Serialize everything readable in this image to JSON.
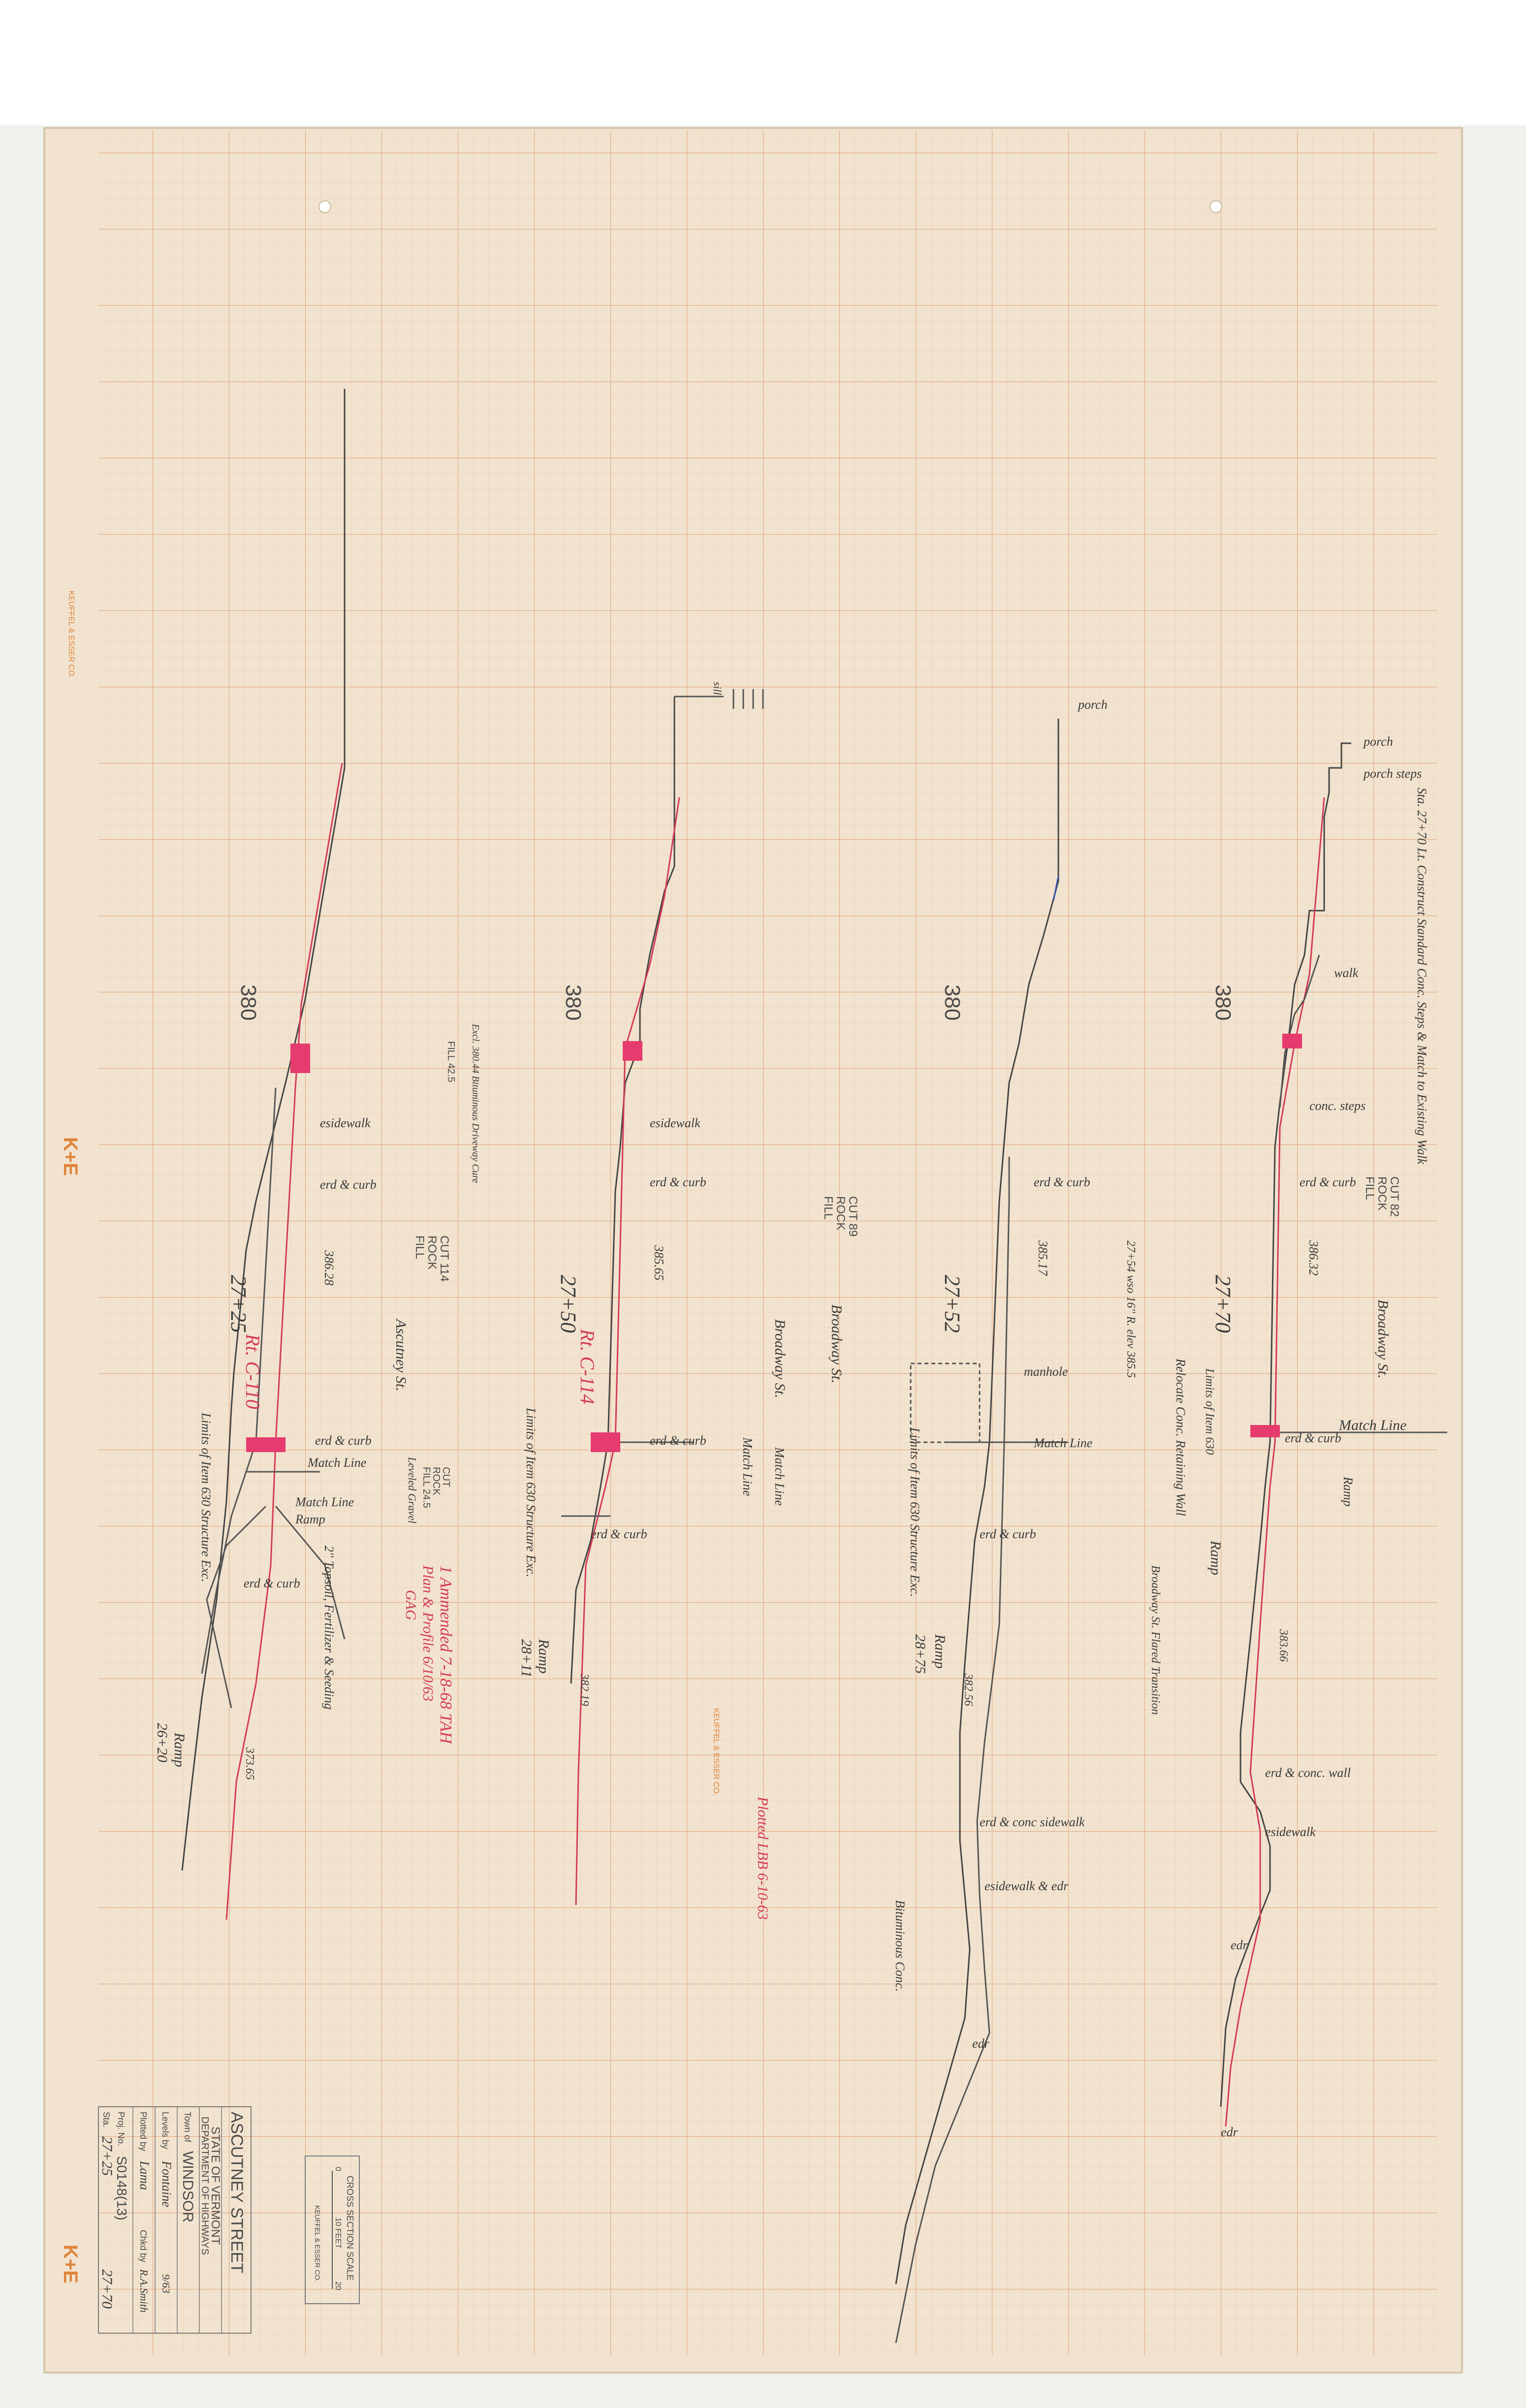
{
  "sheet": {
    "colors": {
      "paper": "#f1e3cf",
      "grid": "#e9b089",
      "ink": "#3a3a3a",
      "red_ink": "#d43a57",
      "blue_ink": "#3b58a8"
    }
  },
  "title_block": {
    "scale_heading": "CROSS SECTION SCALE",
    "scale_ticks": [
      "0",
      "10 FEET",
      "20"
    ],
    "scale_vendor": "KEUFFEL & ESSER CO.",
    "street": "ASCUTNEY STREET",
    "state": "STATE OF VERMONT",
    "department": "DEPARTMENT OF HIGHWAYS",
    "town_label": "Town of",
    "town": "WINDSOR",
    "levels_label": "Levels by",
    "levels_by": "Fontaine",
    "levels_date": "9/63",
    "plotted_label": "Plotted by",
    "plotted_by": "Lama",
    "checked_label": "Chkd by",
    "checked_by": "R.A.Smith",
    "project_label": "Proj. No.",
    "project": "S0148(13)",
    "sta_label": "Sta.",
    "sta_from": "27+25",
    "sta_to": "27+70"
  },
  "margin_notes": {
    "revision": "1 Ammended 7-18-68 TAH",
    "revision2": "Plan & Profile 6/10/63",
    "initials": "GAG",
    "plotted": "Plotted LBB 6-10-63",
    "vendor1": "KEUFFEL & ESSER CO.",
    "vendor2": "KEUFFEL & ESSER CO.",
    "ke_logo": "K+E"
  },
  "sections": [
    {
      "station": "27+25",
      "elev_ref": "380",
      "centerline_elev": "386.28",
      "match_elev": "373.65",
      "labels": [
        "esidewalk",
        "erd & curb",
        "Rt. C-110",
        "erd & curb",
        "Match Line",
        "Match Line",
        "Ramp",
        "erd & curb",
        "Ramp",
        "26+20"
      ],
      "notes": [
        "Limits of Item 630 Structure Exc.",
        "2'' Topsoil, Fertilizer & Seeding",
        "Ascutney St.",
        "Leveled Gravel"
      ],
      "earthwork": {
        "cut": "CUT 114",
        "rock": "ROCK",
        "fill": "FILL",
        "fill2": "FILL 42.5",
        "cut2": "CUT",
        "rock2": "ROCK",
        "fill3": "FILL 24.5"
      }
    },
    {
      "station": "27+50",
      "elev_ref": "380",
      "centerline_elev": "385.65",
      "labels": [
        "sill",
        "esidewalk",
        "erd & curb",
        "Rt. C-114",
        "erd & curb",
        "Match Line",
        "erd & curb",
        "Ramp",
        "28+11"
      ],
      "notes": [
        "Limits of Item 630 Structure Exc.",
        "Excl. 380.44 Bituminous Driveway Cure",
        "Broadway St."
      ],
      "side_elev": "382.19"
    },
    {
      "station": "27+52",
      "elev_ref": "380",
      "centerline_elev": "385.17",
      "labels": [
        "porch",
        "erd & curb",
        "manhole",
        "Match Line",
        "erd & curb",
        "Ramp",
        "28+75",
        "erd & conc sidewalk",
        "esidewalk & edr",
        "edr"
      ],
      "notes": [
        "27+54 wso 16'' R. elev 385.5",
        "Limits of Item 630 Structure Exc.",
        "Broadway St.",
        "Match Line",
        "Bituminous Conc."
      ],
      "earthwork": {
        "cut": "CUT 89",
        "rock": "ROCK",
        "fill": "FILL"
      },
      "side_elev": "382.56"
    },
    {
      "station": "27+70",
      "elev_ref": "380",
      "centerline_elev": "386.32",
      "labels": [
        "porch",
        "porch steps",
        "walk",
        "conc. steps",
        "erd & curb",
        "erd & curb",
        "Match Line",
        "Ramp",
        "erd & conc. wall",
        "esidewalk",
        "edr",
        "edr"
      ],
      "notes": [
        "Sta. 27+70 Lt. Construct Standard Conc. Steps & Match to Existing Walk",
        "Limits of Item 630",
        "Relocate Conc. Retaining Wall",
        "Broadway St.",
        "Ramp",
        "Broadway St. Flared Transition"
      ],
      "earthwork": {
        "cut": "CUT 82",
        "rock": "ROCK",
        "fill": "FILL"
      },
      "side_elev": "383.66"
    }
  ]
}
